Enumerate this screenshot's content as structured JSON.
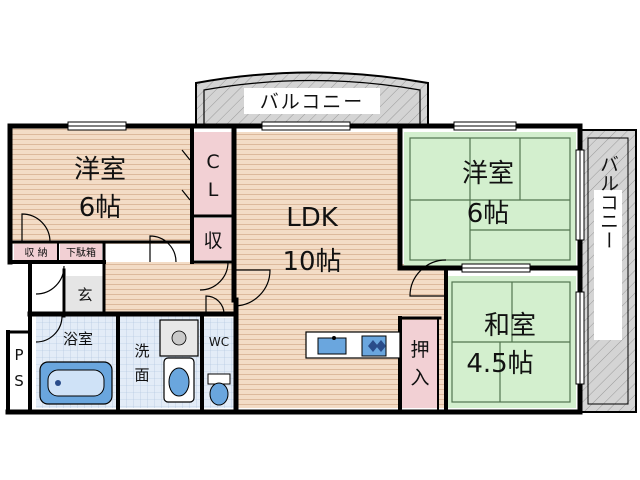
{
  "colors": {
    "wood_floor": "#f3dcc6",
    "wood_line": "#d9b79a",
    "tatami": "#d6f0d0",
    "tatami_line": "#5a7a55",
    "storage": "#f2d0d4",
    "balcony": "#cfcfcf",
    "tile": "#dde8f5",
    "fixture_blue": "#6aa6de",
    "wall": "#000000"
  },
  "rooms": {
    "western_left": {
      "name": "洋室",
      "size": "6帖"
    },
    "western_right": {
      "name": "洋室",
      "size": "6帖"
    },
    "ldk": {
      "name": "LDK",
      "size": "10帖"
    },
    "japanese": {
      "name": "和室",
      "size": "4.5帖"
    }
  },
  "labels": {
    "balcony_top": "バルコニー",
    "balcony_right": "バルコニー",
    "closet_cl_1": "C",
    "closet_cl_2": "L",
    "storage_small": "収",
    "storage_left": "収 納",
    "shoe_box": "下駄箱",
    "entrance": "玄",
    "bath": "浴室",
    "washroom_1": "洗",
    "washroom_2": "面",
    "wc": "WC",
    "closet_oshiire_1": "押",
    "closet_oshiire_2": "入",
    "ps_1": "P",
    "ps_2": "S"
  }
}
